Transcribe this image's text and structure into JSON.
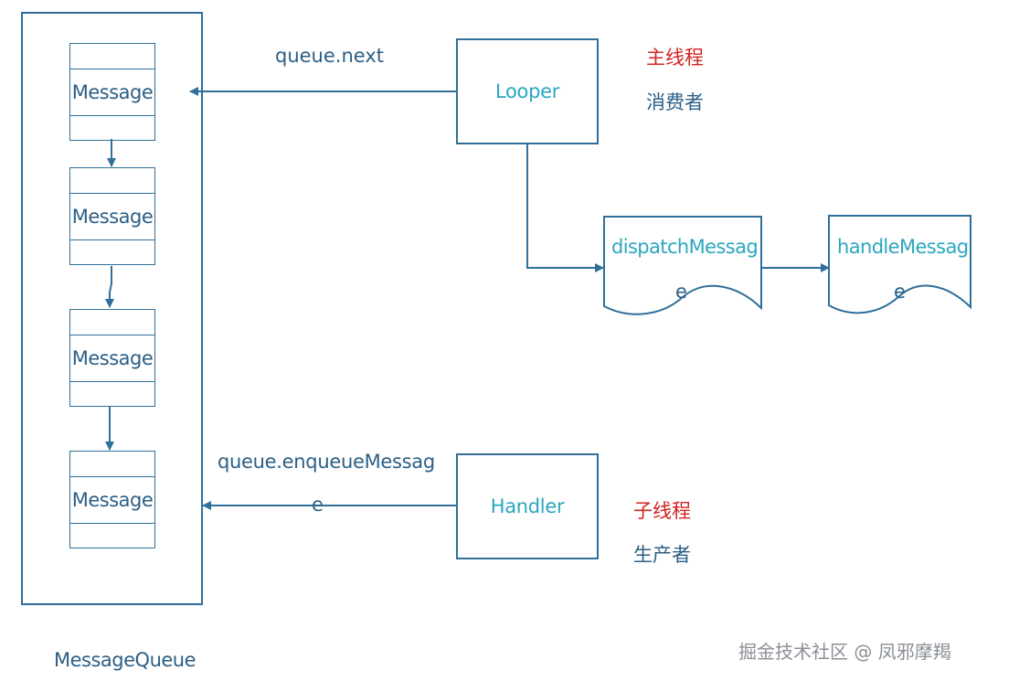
{
  "queue": {
    "title": "MessageQueue",
    "messages": [
      "Message",
      "Message",
      "Message",
      "Message"
    ]
  },
  "looper": {
    "label": "Looper",
    "edge_label": "queue.next",
    "thread_label": "主线程",
    "role_label": "消费者"
  },
  "handler": {
    "label": "Handler",
    "edge_label_line1": "queue.enqueueMessag",
    "edge_label_line2": "e",
    "thread_label": "子线程",
    "role_label": "生产者"
  },
  "dispatch": {
    "line1": "dispatchMessag",
    "line2": "e"
  },
  "handle": {
    "line1": "handleMessag",
    "line2": "e"
  },
  "watermark": "掘金技术社区 @ 凤邪摩羯",
  "colors": {
    "stroke": "#2f6f99",
    "teal_text": "#2aa6bf",
    "navy_text": "#2b5f86",
    "red_text": "#d32424"
  }
}
